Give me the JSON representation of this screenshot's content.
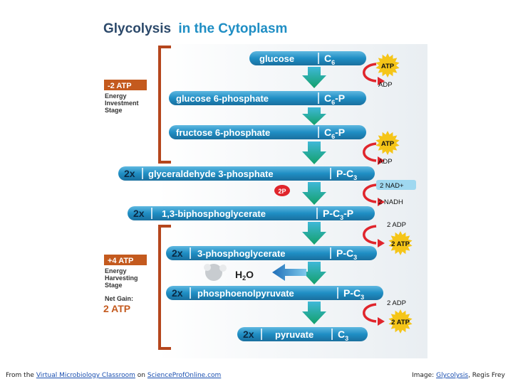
{
  "title": {
    "part1": "Glycolysis",
    "part2": "in the Cytoplasm"
  },
  "stages": {
    "investment": {
      "atp": "-2 ATP",
      "line1": "Energy",
      "line2": "Investment",
      "line3": "Stage"
    },
    "harvesting": {
      "atp": "+4 ATP",
      "line1": "Energy",
      "line2": "Harvesting",
      "line3": "Stage",
      "net_label": "Net Gain:",
      "net_value": "2 ATP"
    }
  },
  "molecules": [
    {
      "mult": "",
      "name": "glucose",
      "formula": "C",
      "sub": "6",
      "suffix": ""
    },
    {
      "mult": "",
      "name": "glucose 6-phosphate",
      "formula": "C",
      "sub": "6",
      "suffix": "-P"
    },
    {
      "mult": "",
      "name": "fructose 6-phosphate",
      "formula": "C",
      "sub": "6",
      "suffix": "-P"
    },
    {
      "mult": "2x",
      "name": "glyceraldehyde 3-phosphate",
      "formula": "P-C",
      "sub": "3",
      "suffix": ""
    },
    {
      "mult": "2x",
      "name": "1,3-biphosphoglycerate",
      "formula": "P-C",
      "sub": "3",
      "suffix": "-P"
    },
    {
      "mult": "2x",
      "name": "3-phosphoglycerate",
      "formula": "P-C",
      "sub": "3",
      "suffix": ""
    },
    {
      "mult": "2x",
      "name": "phosphoenolpyruvate",
      "formula": "P-C",
      "sub": "3",
      "suffix": ""
    },
    {
      "mult": "2x",
      "name": "pyruvate",
      "formula": "C",
      "sub": "3",
      "suffix": ""
    }
  ],
  "reactions": [
    {
      "top": "ATP",
      "bottom": "ADP"
    },
    {
      "top": "ATP",
      "bottom": "ADP"
    },
    {
      "top": "2 NAD+",
      "bottom": "2 NADH"
    },
    {
      "top": "2 ADP",
      "bottom": "2 ATP"
    },
    {
      "top": "2 ADP",
      "bottom": "2 ATP"
    }
  ],
  "phosphate": "2P",
  "water": {
    "h": "H",
    "sub": "2",
    "o": "O"
  },
  "footer": {
    "left_prefix": "From the",
    "left_link1": "Virtual Microbiology Classroom",
    "left_mid": "on",
    "left_link2": "ScienceProfOnline.com",
    "right_prefix": "Image:",
    "right_link": "Glycolysis",
    "right_suffix": ", Regis Frey"
  },
  "colors": {
    "bar": "#1f8ec4",
    "bar_light": "#5fb8e0",
    "arrow": "#1a9a7a",
    "bracket": "#b5461d",
    "stage_box": "#c45a1e",
    "atp_star": "#f5c518",
    "curve": "#e0252c",
    "nad_box": "#9fd8f0",
    "phosphate": "#e0252c",
    "title": "#2d4a6b",
    "title2": "#1f8ec4"
  }
}
